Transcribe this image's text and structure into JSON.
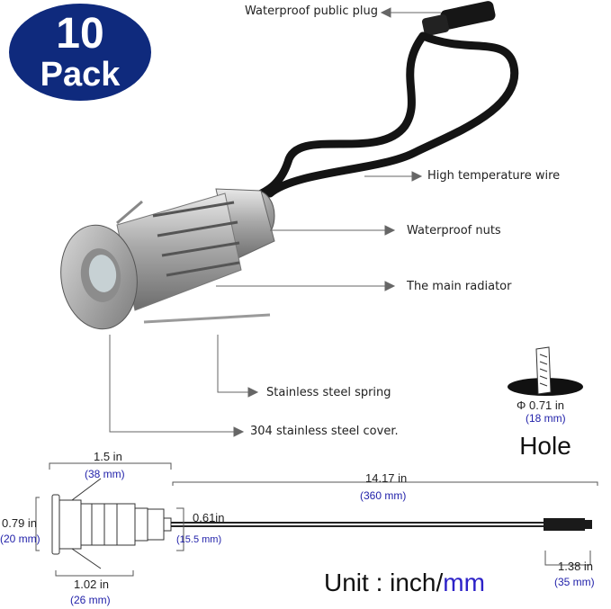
{
  "badge": {
    "number": "10",
    "word": "Pack"
  },
  "callouts": {
    "plug": "Waterproof public plug",
    "wire": "High temperature wire",
    "nuts": "Waterproof nuts",
    "radiator": "The main radiator",
    "spring": "Stainless steel spring",
    "cover": "304 stainless steel cover."
  },
  "hole": {
    "dim_in": "Φ 0.71 in",
    "dim_mm": "(18 mm)",
    "label": "Hole"
  },
  "dimensions": {
    "total_width_in": "1.5 in",
    "total_width_mm": "(38 mm)",
    "cable_length_in": "14.17 in",
    "cable_length_mm": "(360 mm)",
    "head_height_in": "0.79 in",
    "head_height_mm": "(20 mm)",
    "nut_height_in": "0.61in",
    "nut_height_mm": "(15.5 mm)",
    "body_width_in": "1.02 in",
    "body_width_mm": "(26 mm)",
    "plug_length_in": "1.38 in",
    "plug_length_mm": "(35 mm)"
  },
  "unit": {
    "prefix": "Unit : inch/",
    "mm": "mm"
  },
  "colors": {
    "badge": "#0f2a7d",
    "mm_text": "#2222aa",
    "unit_mm": "#2d22c8",
    "steel": "#b8b8b8"
  }
}
